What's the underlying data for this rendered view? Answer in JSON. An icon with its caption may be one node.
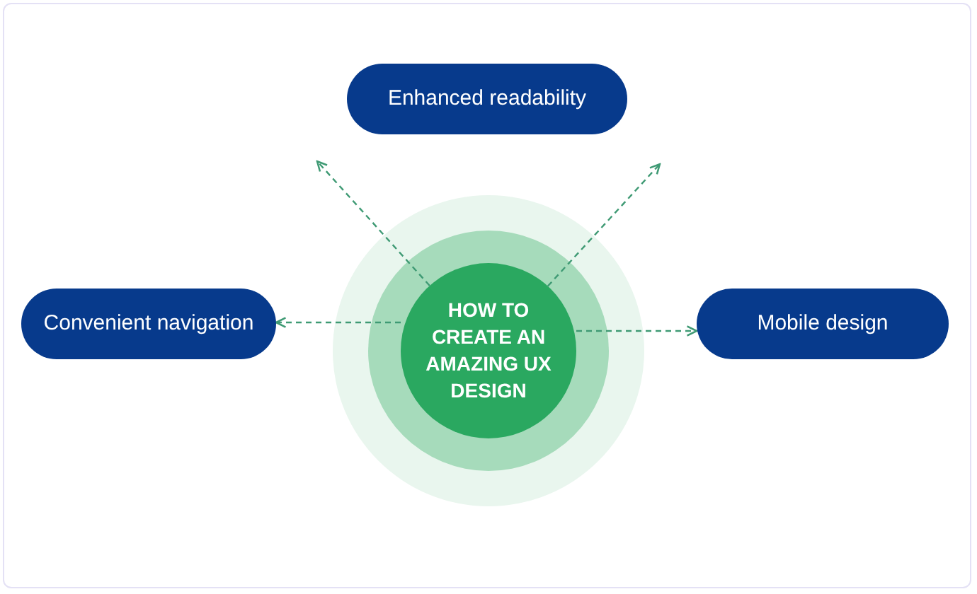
{
  "diagram": {
    "nodes": [
      {
        "text": [
          "HOW TO CREATE AN AMAZING UX DESIGN"
        ]
      },
      {
        "text": [
          "Enhanced readability"
        ]
      },
      {
        "text": [
          "Convenient navigation"
        ]
      },
      {
        "text": [
          "Mobile design"
        ]
      }
    ],
    "edges": [
      {
        "from": 0,
        "to": null,
        "arrow": "to",
        "style": "dashed"
      },
      {
        "from": 0,
        "to": null,
        "arrow": "to",
        "style": "dashed"
      },
      {
        "from": 0,
        "to": 2,
        "arrow": "to",
        "style": "dashed"
      },
      {
        "from": 0,
        "to": 3,
        "arrow": "to",
        "style": "dashed"
      }
    ]
  }
}
